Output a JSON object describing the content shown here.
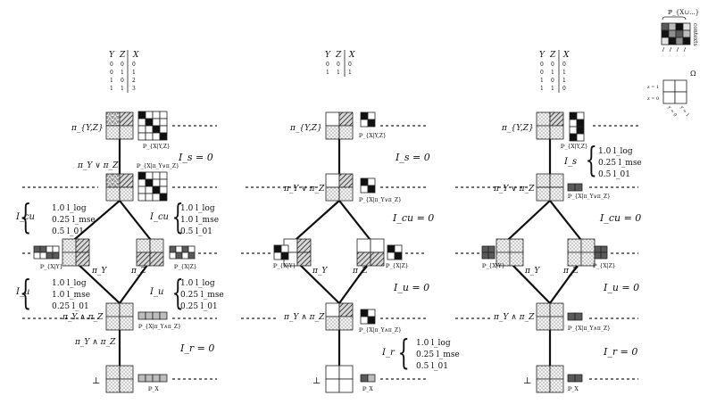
{
  "legend": {
    "joint_label": "ℙ_{X∪...}",
    "contexts_label": "contexts",
    "omega_label": "Ω",
    "row_labels": [
      "z = 1",
      "z = 0"
    ],
    "col_labels": [
      "y = 0",
      "y = 1"
    ]
  },
  "columns": [
    {
      "id": "xor",
      "table": {
        "header": [
          "Y",
          "Z",
          "X"
        ],
        "rows": [
          [
            "0",
            "0",
            "0"
          ],
          [
            "0",
            "1",
            "1"
          ],
          [
            "1",
            "0",
            "2"
          ],
          [
            "1",
            "1",
            "3"
          ]
        ]
      },
      "node_labels": {
        "top": "π_{Y,Z}",
        "join": "π_Y ∨ π_Z",
        "left": "π_Y",
        "right": "π_Z",
        "meet": "π_Y ∧ π_Z",
        "bottom": "⊥"
      },
      "prob_labels": {
        "top": "ℙ_{X|Y,Z}",
        "join": "ℙ_{X|π_Y∨π_Z}",
        "left": "ℙ_{X|Y}",
        "right": "ℙ_{X|Z}",
        "meet": "ℙ_{X|π_Y∧π_Z}",
        "bottom": "ℙ_X"
      },
      "measures": [
        {
          "name": "I_s = 0"
        },
        {
          "name": "I_cu",
          "values": [
            "1.0 l_log",
            "0.25 l_mse",
            "0.5 l_01"
          ]
        },
        {
          "name": "I_cu",
          "values": [
            "1.0 l_log",
            "1.0 l_mse",
            "0.5 l_01"
          ]
        },
        {
          "name": "I_u",
          "values": [
            "1.0 l_log",
            "1.0 l_mse",
            "0.25 l_01"
          ]
        },
        {
          "name": "I_u",
          "values": [
            "1.0 l_log",
            "0.25 l_mse",
            "0.25 l_01"
          ]
        },
        {
          "name": "I_r = 0"
        }
      ]
    },
    {
      "id": "and",
      "table": {
        "header": [
          "Y",
          "Z",
          "X"
        ],
        "rows": [
          [
            "0",
            "0",
            "0"
          ],
          [
            "1",
            "1",
            "1"
          ]
        ]
      },
      "node_labels": {
        "top": "π_{Y,Z}",
        "join": "π_Y ∨ π_Z",
        "left": "π_Y",
        "right": "π_Z",
        "meet": "π_Y ∧ π_Z",
        "bottom": "⊥"
      },
      "prob_labels": {
        "top": "ℙ_{X|Y,Z}",
        "join": "ℙ_{X|π_Y∨π_Z}",
        "left": "ℙ_{X|Y}",
        "right": "ℙ_{X|Z}",
        "meet": "ℙ_{X|π_Y∧π_Z}",
        "bottom": "ℙ_X"
      },
      "measures": [
        {
          "name": "I_s = 0"
        },
        {
          "name": "I_cu = 0"
        },
        {
          "name": "I_u = 0"
        },
        {
          "name": "I_r",
          "values": [
            "1.0 l_log",
            "0.25 l_mse",
            "0.5 l_01"
          ]
        }
      ]
    },
    {
      "id": "copy",
      "table": {
        "header": [
          "Y",
          "Z",
          "X"
        ],
        "rows": [
          [
            "0",
            "0",
            "0"
          ],
          [
            "0",
            "1",
            "1"
          ],
          [
            "1",
            "0",
            "1"
          ],
          [
            "1",
            "1",
            "0"
          ]
        ]
      },
      "node_labels": {
        "top": "π_{Y,Z}",
        "join": "π_Y ∨ π_Z",
        "left": "π_Y",
        "right": "π_Z",
        "meet": "π_Y ∧ π_Z",
        "bottom": "⊥"
      },
      "prob_labels": {
        "top": "ℙ_{X|Y,Z}",
        "join": "ℙ_{X|π_Y∨π_Z}",
        "left": "ℙ_{X|Y}",
        "right": "ℙ_{X|Z}",
        "meet": "ℙ_{X|π_Y∧π_Z}",
        "bottom": "ℙ_X"
      },
      "measures": [
        {
          "name": "I_s",
          "values": [
            "1.0 l_log",
            "0.25 l_mse",
            "0.5 l_01"
          ]
        },
        {
          "name": "I_cu = 0"
        },
        {
          "name": "I_u = 0"
        },
        {
          "name": "I_r = 0"
        }
      ]
    }
  ],
  "colors": {
    "black": "#111111",
    "dark": "#5a5a5a",
    "mid": "#8f8f8f",
    "light": "#bdbdbd",
    "pale": "#e4e4e4"
  }
}
